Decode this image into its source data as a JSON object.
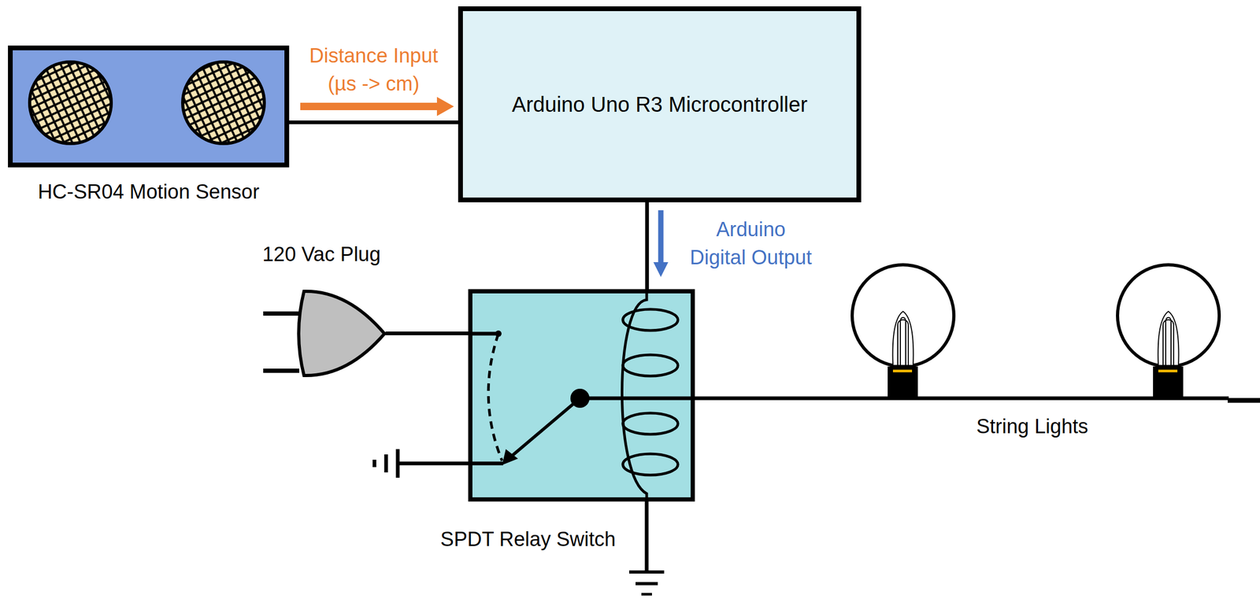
{
  "diagram": {
    "nodes": [
      {
        "text": [
          "HC-SR04 Motion Sensor"
        ]
      },
      {
        "text": [
          "Arduino Uno R3 Microcontroller"
        ]
      },
      {
        "text": [
          "120 Vac Plug"
        ]
      },
      {
        "text": [
          "SPDT Relay Switch"
        ]
      }
    ],
    "edges": [
      {
        "from": 0,
        "to": 1,
        "arrow": "to",
        "label": "Distance Input (µs -> cm)"
      },
      {
        "from": 1,
        "to": 3,
        "arrow": "to",
        "label": "Arduino Digital Output"
      },
      {
        "from": 2,
        "to": 3,
        "arrow": "none"
      }
    ],
    "labels": [
      "String Lights"
    ]
  }
}
